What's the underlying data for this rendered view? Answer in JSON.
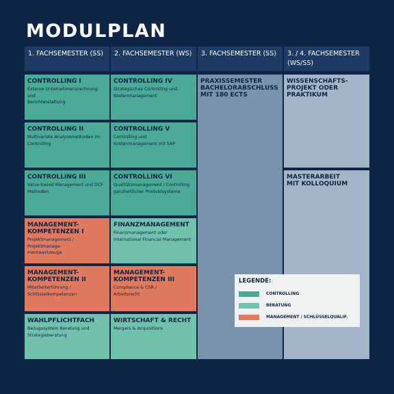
{
  "title": "MODULPLAN",
  "colors": {
    "controlling": "#4aaa96",
    "beratung": "#72c1ac",
    "management": "#e07a5e",
    "grey": "#7a92aa",
    "lightgrey": "#a3b5c6"
  },
  "columns": [
    {
      "label": "1. FACHSEMESTER (SS)"
    },
    {
      "label": "2. FACHSEMESTER (WS)"
    },
    {
      "label": "3. FACHSEMESTER (SS)"
    },
    {
      "label": "3. / 4. FACHSEMESTER (WS/SS)"
    }
  ],
  "modules": [
    {
      "title": "CONTROLLING I",
      "desc": "Externe Unternehmensrechnung und\nBerichterstattung",
      "category": "controlling"
    },
    {
      "title": "CONTROLLING II",
      "desc": "Multivariate Analysemethoden im\nControlling",
      "category": "controlling"
    },
    {
      "title": "CONTROLLING III",
      "desc": "Value-based Management und DCF\nMethoden",
      "category": "controlling"
    },
    {
      "title": "MANAGEMENT-\nKOMPETENZEN I",
      "desc": "Projektmanagement / Projektmanage-\nmentwerkzeuge",
      "category": "management"
    },
    {
      "title": "MANAGEMENT-\nKOMPETENZEN II",
      "desc": "Mitarbeiterführung /\nSchlüsselkompetenzen",
      "category": "management"
    },
    {
      "title": "WAHLPFLICHTFACH",
      "desc": "Bezugssystem Beratung und\nStrategieberatung",
      "category": "beratung"
    },
    {
      "title": "CONTROLLING IV",
      "desc": "Strategisches Controlling und\nKostenmanagement",
      "category": "controlling"
    },
    {
      "title": "CONTROLLING V",
      "desc": "Controlling und\nKostenmanagement mit SAP",
      "category": "controlling"
    },
    {
      "title": "CONTROLLING VI",
      "desc": "Qualitätsmanagement / Controlling\nganzheitlicher Produktsysteme",
      "category": "controlling"
    },
    {
      "title": "FINANZMANAGEMENT",
      "desc": "Finanzmanagement oder\nInternational Financial Management",
      "category": "beratung"
    },
    {
      "title": "MANAGEMENT-\nKOMPETENZEN III",
      "desc": "Compliance & CSR /\nArbeitsrecht",
      "category": "management"
    },
    {
      "title": "WIRTSCHAFT & RECHT",
      "desc": "Mergers & Acquisitions",
      "category": "beratung"
    },
    {
      "title": "PRAXISSEMESTER\nBACHELORABSCHLUSS\nMIT 180 ECTS",
      "desc": "",
      "category": "grey"
    },
    {
      "title": "WISSENSCHAFTS-\nPROJEKT ODER\nPRAKTIKUM",
      "desc": "",
      "category": "lightgrey"
    },
    {
      "title": "MASTERARBEIT\nMIT KOLLOQUIUM",
      "desc": "",
      "category": "lightgrey"
    }
  ],
  "legend": {
    "title": "LEGENDE:",
    "items": [
      {
        "label": "CONTROLLING",
        "category": "controlling"
      },
      {
        "label": "BERATUNG",
        "category": "beratung"
      },
      {
        "label": "MANAGEMENT / SCHLÜSSELQUALIF.",
        "category": "management"
      }
    ]
  }
}
